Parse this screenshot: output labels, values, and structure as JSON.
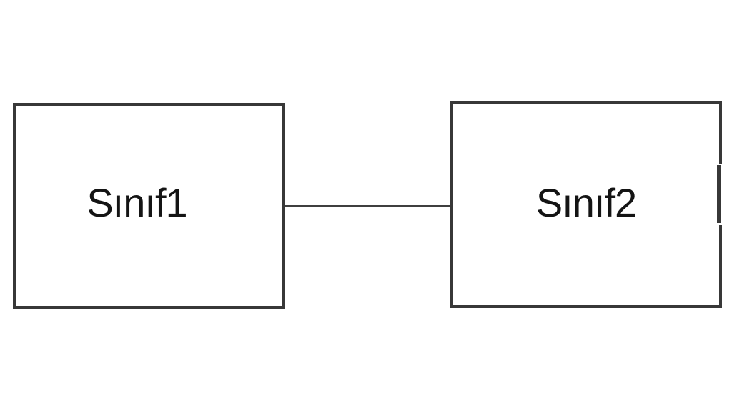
{
  "colors": {
    "background": "#ffffff",
    "node_border": "#383838",
    "connector": "#3f3f3f",
    "label_text": "#141414"
  },
  "diagram": {
    "type": "class-diagram",
    "nodes": [
      {
        "id": "sinif1",
        "label": "Sınıf1"
      },
      {
        "id": "sinif2",
        "label": "Sınıf2"
      }
    ],
    "connectors": [
      {
        "from": "sinif1",
        "to": "sinif2",
        "style": "solid-line"
      }
    ]
  }
}
